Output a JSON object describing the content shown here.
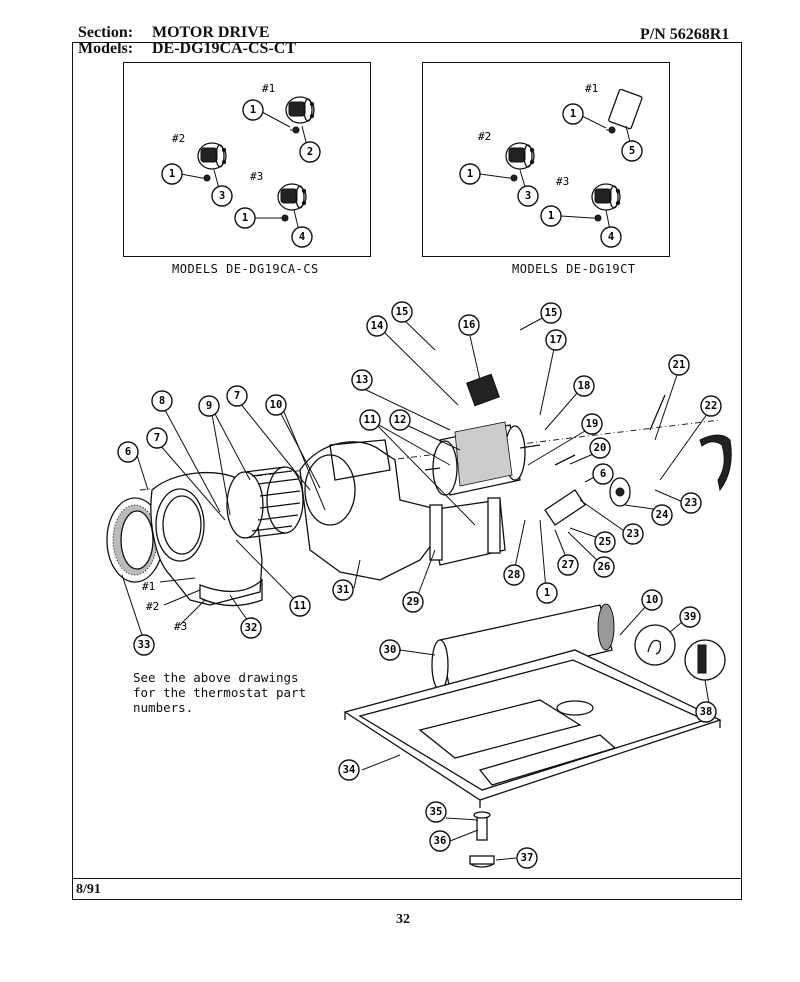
{
  "header": {
    "section_label": "Section:",
    "section_value": "MOTOR DRIVE",
    "models_label": "Models:",
    "models_value": "DE-DG19CA-CS-CT",
    "part_number": "P/N 56268R1"
  },
  "insets": [
    {
      "caption": "MODELS DE-DG19CA-CS",
      "thermostat_labels": [
        "#1",
        "#2",
        "#3"
      ],
      "callouts": [
        "1",
        "2",
        "1",
        "3",
        "1",
        "4"
      ]
    },
    {
      "caption": "MODELS DE-DG19CT",
      "thermostat_labels": [
        "#1",
        "#2",
        "#3"
      ],
      "callouts": [
        "1",
        "5",
        "1",
        "3",
        "1",
        "4"
      ]
    }
  ],
  "note": [
    "See the above drawings",
    "for the thermostat part",
    "numbers."
  ],
  "position_labels": [
    "#1",
    "#2",
    "#3"
  ],
  "callouts": [
    "6",
    "7",
    "7",
    "8",
    "9",
    "10",
    "10",
    "11",
    "11",
    "12",
    "13",
    "14",
    "15",
    "15",
    "16",
    "17",
    "18",
    "19",
    "20",
    "6",
    "21",
    "22",
    "23",
    "23",
    "24",
    "25",
    "26",
    "27",
    "28",
    "1",
    "29",
    "30",
    "31",
    "32",
    "33",
    "34",
    "35",
    "36",
    "37",
    "38",
    "39",
    "10"
  ],
  "footer": {
    "date": "8/91",
    "page_number": "32"
  }
}
